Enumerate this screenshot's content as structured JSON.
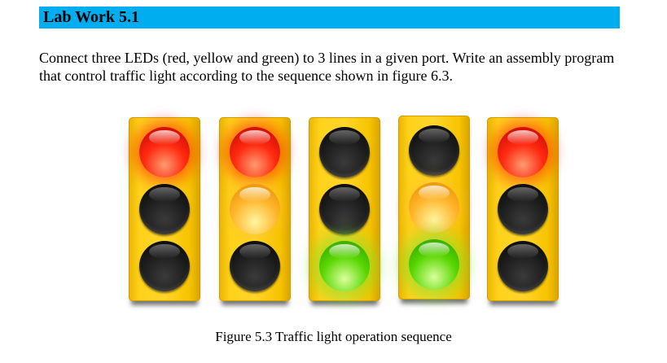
{
  "heading": "Lab Work 5.1",
  "paragraph": "Connect three LEDs (red, yellow and green) to 3 lines in a given port. Write an assembly program that control traffic light according to the sequence shown in figure 6.3.",
  "figure": {
    "caption": "Figure 5.3 Traffic light operation sequence",
    "colors": {
      "housing": "#ffd21a",
      "red": "#ff2a10",
      "yellow": "#ffb52a",
      "green": "#57d600",
      "off": "#1b1b1b"
    },
    "lights": [
      {
        "red": true,
        "yellow": false,
        "green": false
      },
      {
        "red": true,
        "yellow": true,
        "green": false
      },
      {
        "red": false,
        "yellow": false,
        "green": true
      },
      {
        "red": false,
        "yellow": true,
        "green": true
      },
      {
        "red": true,
        "yellow": false,
        "green": false
      }
    ]
  }
}
